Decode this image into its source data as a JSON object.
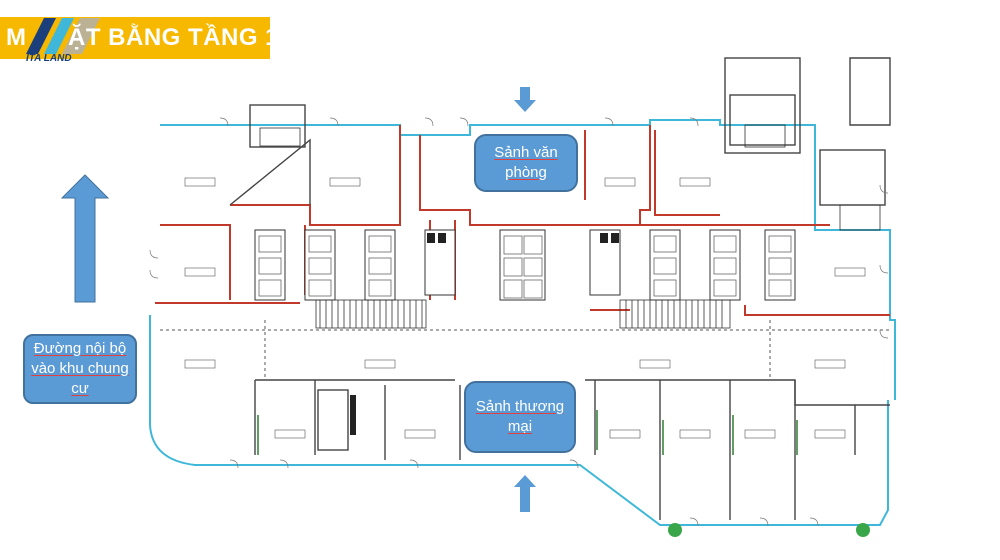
{
  "header": {
    "title_prefix": "M",
    "title": "ẶT BẰNG TẦNG 1",
    "logo_text": "ITA LAND"
  },
  "labels": {
    "office_lobby": "Sảnh văn phòng",
    "commercial_lobby": "Sảnh thương mại",
    "internal_road": "Đường nội bộ vào khu chung cư"
  },
  "colors": {
    "title_bg": "#f7b800",
    "bubble": "#5b9bd5",
    "arrow": "#5b9bd5",
    "wall_cyan": "#3fb7d9",
    "wall_red": "#c0392b",
    "wall_dark": "#444444",
    "shop_green": "#2e7d32"
  }
}
